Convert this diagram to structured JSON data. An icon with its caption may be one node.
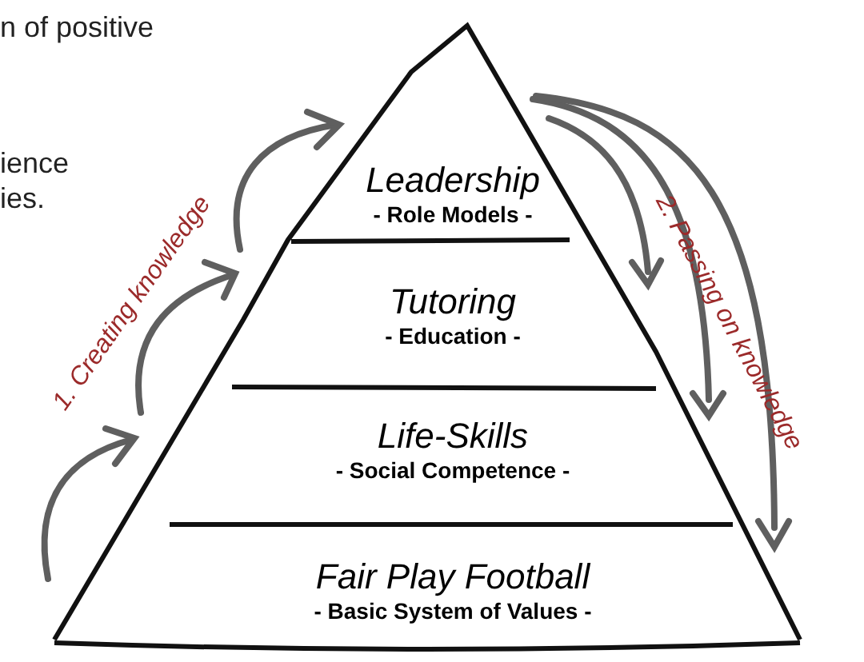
{
  "diagram": {
    "nodes": [
      {
        "text": [
          "Leadership",
          "- Role Models -"
        ]
      },
      {
        "text": [
          "Tutoring",
          "- Education -"
        ]
      },
      {
        "text": [
          "Life-Skills",
          "- Social Competence -"
        ]
      },
      {
        "text": [
          "Fair Play Football",
          "- Basic System of Values -"
        ]
      }
    ],
    "labels": [
      "n of positive",
      "ience",
      "ies.",
      "1. Creating knowledge",
      "2. Passing on knowledge"
    ]
  }
}
